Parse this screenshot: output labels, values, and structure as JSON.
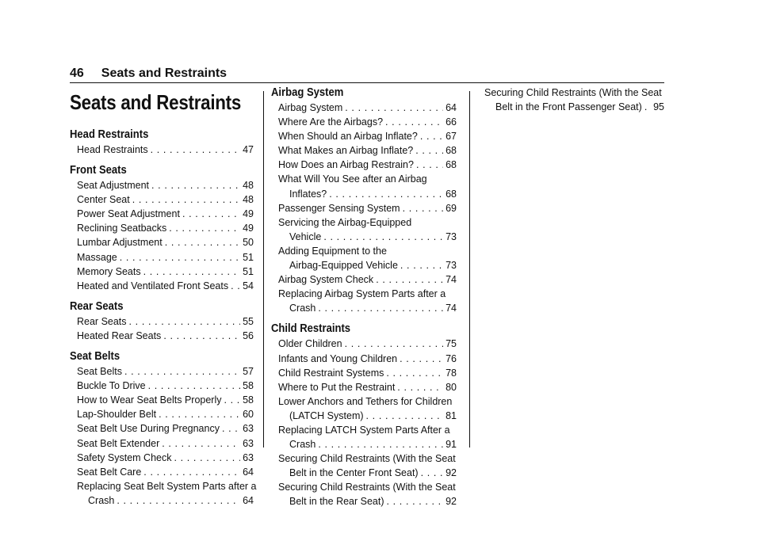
{
  "header": {
    "page_number": "46",
    "chapter": "Seats and Restraints"
  },
  "title": "Seats and Restraints",
  "col1": [
    {
      "heading": "Head Restraints",
      "entries": [
        {
          "label": "Head Restraints",
          "page": "47"
        }
      ]
    },
    {
      "heading": "Front Seats",
      "entries": [
        {
          "label": "Seat Adjustment",
          "page": "48"
        },
        {
          "label": "Center Seat",
          "page": "48"
        },
        {
          "label": "Power Seat Adjustment",
          "page": "49"
        },
        {
          "label": "Reclining Seatbacks",
          "page": "49"
        },
        {
          "label": "Lumbar Adjustment",
          "page": "50"
        },
        {
          "label": "Massage",
          "page": "51"
        },
        {
          "label": "Memory Seats",
          "page": "51"
        },
        {
          "label": "Heated and Ventilated Front Seats",
          "page": "54"
        }
      ]
    },
    {
      "heading": "Rear Seats",
      "entries": [
        {
          "label": "Rear Seats",
          "page": "55"
        },
        {
          "label": "Heated Rear Seats",
          "page": "56"
        }
      ]
    },
    {
      "heading": "Seat Belts",
      "entries": [
        {
          "label": "Seat Belts",
          "page": "57"
        },
        {
          "label": "Buckle To Drive",
          "page": "58"
        },
        {
          "label": "How to Wear Seat Belts Properly",
          "page": "58"
        },
        {
          "label": "Lap-Shoulder Belt",
          "page": "60"
        },
        {
          "label": "Seat Belt Use During Pregnancy",
          "page": "63"
        },
        {
          "label": "Seat Belt Extender",
          "page": "63"
        },
        {
          "label": "Safety System Check",
          "page": "63"
        },
        {
          "label": "Seat Belt Care",
          "page": "64"
        },
        {
          "first": "Replacing Seat Belt System Parts after a",
          "label": "Crash",
          "page": "64"
        }
      ]
    }
  ],
  "col2": [
    {
      "heading": "Airbag System",
      "entries": [
        {
          "label": "Airbag System",
          "page": "64"
        },
        {
          "label": "Where Are the Airbags?",
          "page": "66"
        },
        {
          "label": "When Should an Airbag Inflate?",
          "page": "67"
        },
        {
          "label": "What Makes an Airbag Inflate?",
          "page": "68"
        },
        {
          "label": "How Does an Airbag Restrain?",
          "page": "68"
        },
        {
          "first": "What Will You See after an Airbag",
          "label": "Inflates?",
          "page": "68"
        },
        {
          "label": "Passenger Sensing System",
          "page": "69"
        },
        {
          "first": "Servicing the Airbag-Equipped",
          "label": "Vehicle",
          "page": "73"
        },
        {
          "first": "Adding Equipment to the",
          "label": "Airbag-Equipped Vehicle",
          "page": "73"
        },
        {
          "label": "Airbag System Check",
          "page": "74"
        },
        {
          "first": "Replacing Airbag System Parts after a",
          "label": "Crash",
          "page": "74"
        }
      ]
    },
    {
      "heading": "Child Restraints",
      "entries": [
        {
          "label": "Older Children",
          "page": "75"
        },
        {
          "label": "Infants and Young Children",
          "page": "76"
        },
        {
          "label": "Child Restraint Systems",
          "page": "78"
        },
        {
          "label": "Where to Put the Restraint",
          "page": "80"
        },
        {
          "first": "Lower Anchors and Tethers for Children",
          "label": "(LATCH System)",
          "page": "81"
        },
        {
          "first": "Replacing LATCH System Parts After a",
          "label": "Crash",
          "page": "91"
        },
        {
          "first": "Securing Child Restraints (With the Seat",
          "label": "Belt in the Center Front Seat)",
          "page": "92"
        },
        {
          "first": "Securing Child Restraints (With the Seat",
          "label": "Belt in the Rear Seat)",
          "page": "92"
        }
      ]
    }
  ],
  "col3": [
    {
      "heading": "",
      "entries": [
        {
          "first": "Securing Child Restraints (With the Seat",
          "label": "Belt in the Front Passenger Seat)",
          "page": "95"
        }
      ]
    }
  ]
}
